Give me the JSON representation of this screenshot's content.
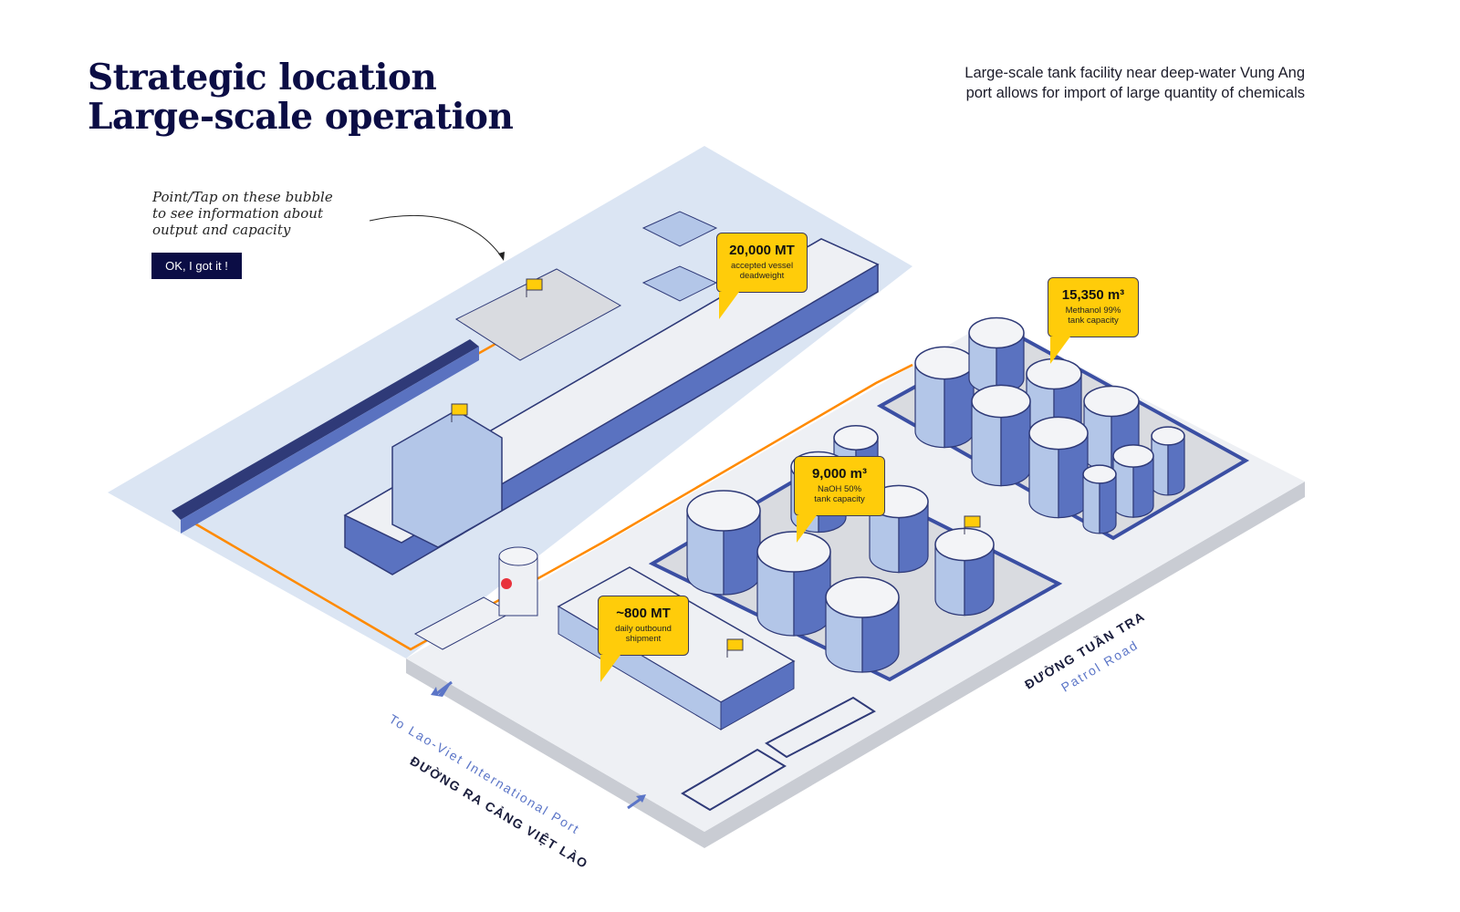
{
  "header": {
    "title_line1": "Strategic location",
    "title_line2": "Large-scale operation",
    "subtitle": "Large-scale tank facility near deep-water Vung Ang port allows for import of large quantity of chemicals"
  },
  "hint": {
    "line1": "Point/Tap on these bubble",
    "line2": "to see information about",
    "line3": "output and capacity",
    "button_label": "OK, I got it !"
  },
  "bubbles": [
    {
      "value": "20,000 MT",
      "label1": "accepted vessel",
      "label2": "deadweight"
    },
    {
      "value": "15,350 m³",
      "label1": "Methanol 99%",
      "label2": "tank capacity"
    },
    {
      "value": "9,000 m³",
      "label1": "NaOH 50%",
      "label2": "tank capacity"
    },
    {
      "value": "~800 MT",
      "label1": "daily outbound",
      "label2": "shipment"
    }
  ],
  "roads": {
    "port_road_vn": "ĐƯỜNG RA CẢNG VIỆT LÀO",
    "port_road_en": "To Lao-Viet International Port",
    "patrol_road_vn": "ĐƯỜNG TUẦN TRA",
    "patrol_road_en": "Patrol Road"
  },
  "colors": {
    "navy": "#0b0d45",
    "accent_yellow": "#ffcc0a",
    "pipeline_orange": "#ff8a00",
    "water": "#dbe5f3",
    "tank_light": "#b3c6e8",
    "tank_dark": "#5a72c0"
  }
}
